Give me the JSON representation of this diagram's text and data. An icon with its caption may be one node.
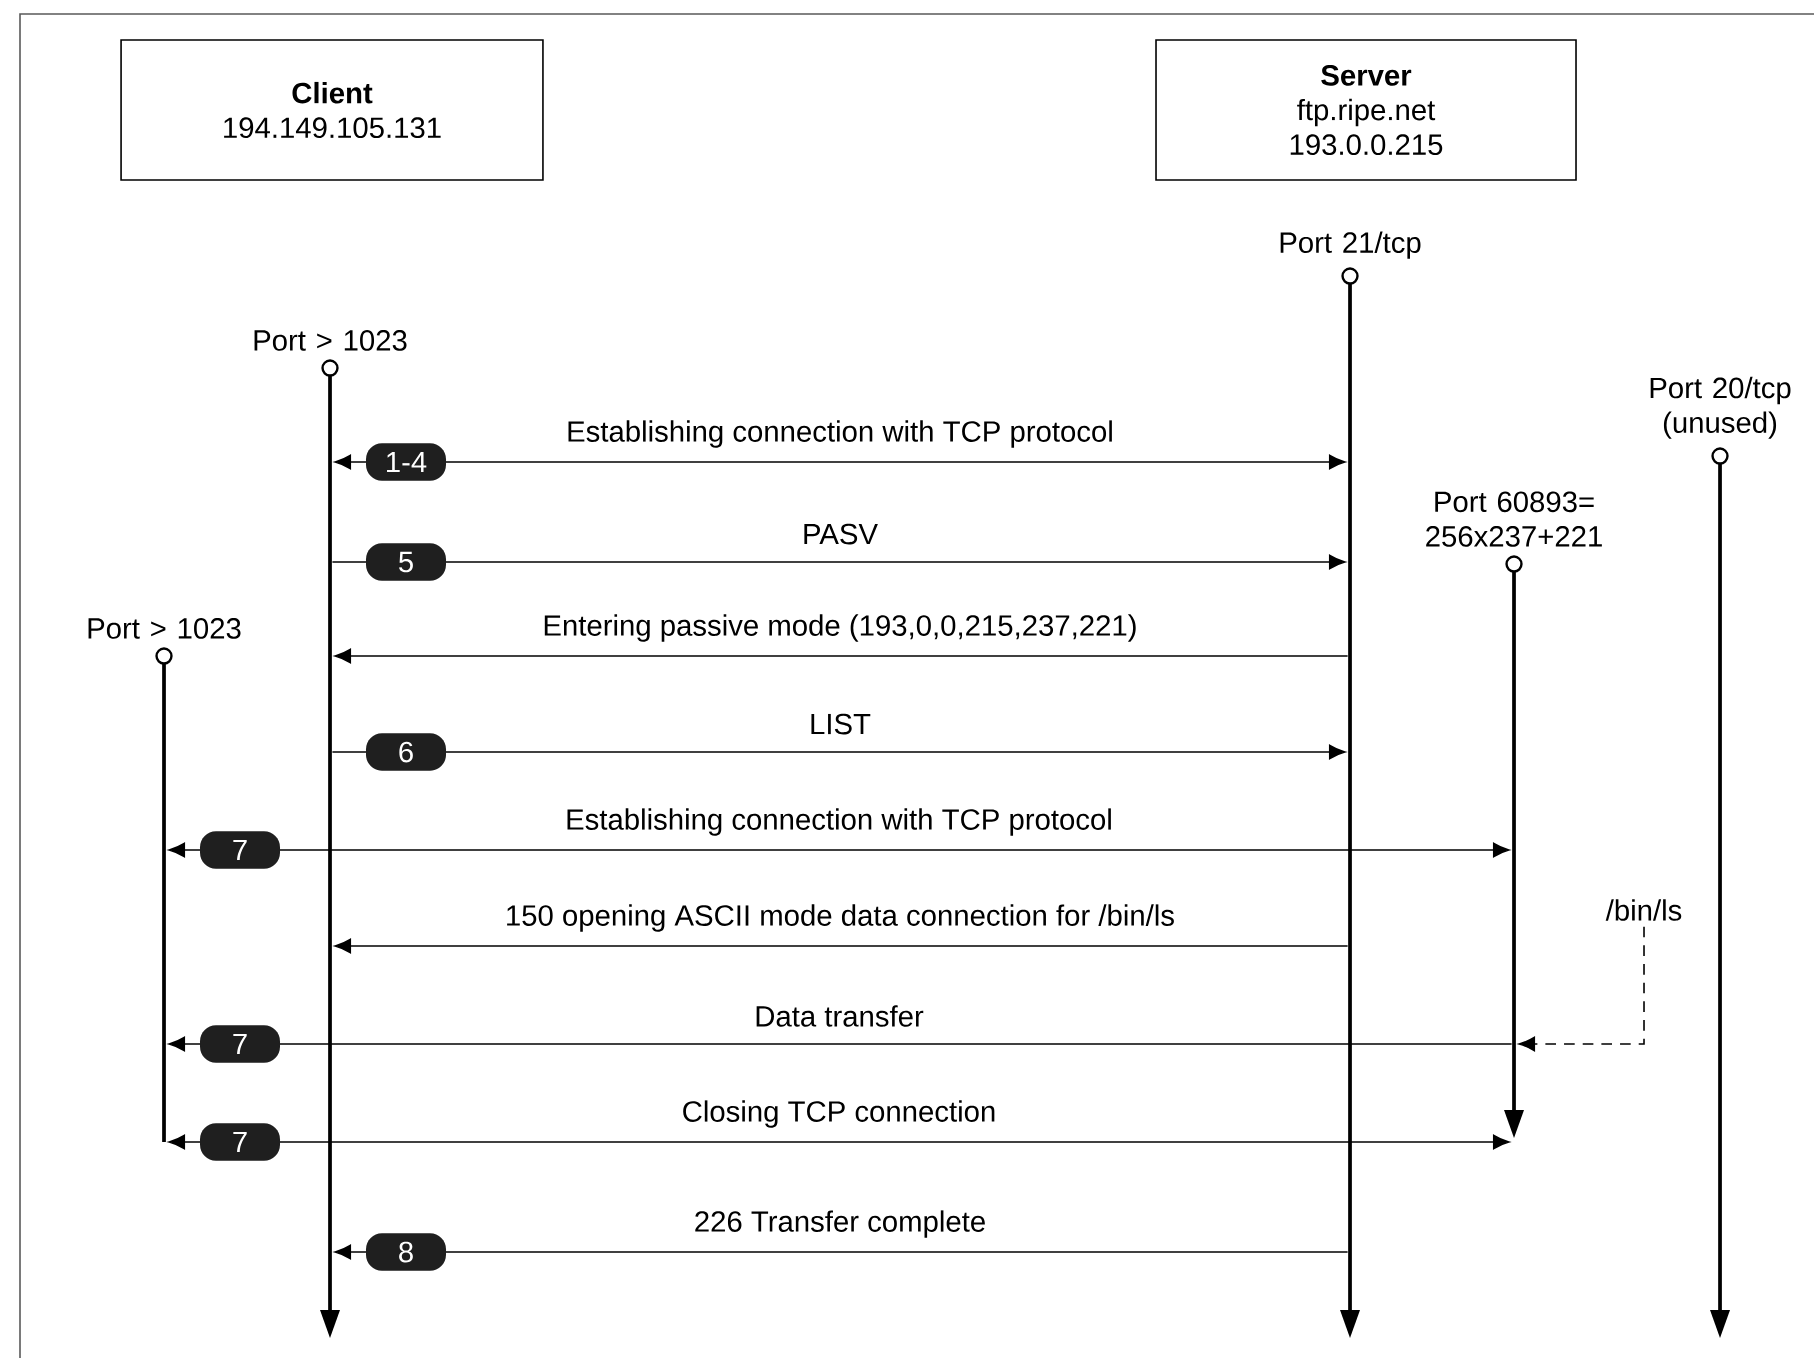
{
  "diagram": {
    "nodes": [
      {
        "text": [
          "Client",
          "194.149.105.131"
        ]
      },
      {
        "text": [
          "Server",
          "ftp.ripe.net 193.0.0.215"
        ]
      },
      {
        "text": [],
        "shape": "bar",
        "beside": [
          "Port > 1023"
        ]
      },
      {
        "text": [],
        "shape": "bar",
        "beside": [
          "Port > 1023"
        ]
      },
      {
        "text": [],
        "shape": "bar",
        "beside": [
          "Port 21/tcp"
        ]
      },
      {
        "text": [],
        "shape": "bar",
        "beside": [
          "Port 60893= 256x237+221"
        ]
      },
      {
        "text": [],
        "shape": "bar",
        "beside": [
          "Port 20/tcp (unused)"
        ]
      },
      {
        "text": [
          "/bin/ls"
        ]
      }
    ],
    "edges": [
      {
        "from": 2,
        "to": 4,
        "arrow": "both",
        "label": "Establishing connection with TCP protocol"
      },
      {
        "from": 2,
        "to": 4,
        "arrow": "to",
        "label": "PASV"
      },
      {
        "from": 4,
        "to": 2,
        "arrow": "to",
        "label": "Entering passive mode (193,0,0,215,237,221)"
      },
      {
        "from": 2,
        "to": 4,
        "arrow": "to",
        "label": "LIST"
      },
      {
        "from": 3,
        "to": 5,
        "arrow": "both",
        "label": "Establishing connection with TCP protocol"
      },
      {
        "from": 4,
        "to": 2,
        "arrow": "to",
        "label": "150 opening ASCII mode data connection for /bin/ls"
      },
      {
        "from": 5,
        "to": 3,
        "arrow": "to",
        "label": "Data transfer"
      },
      {
        "from": 3,
        "to": 5,
        "arrow": "both",
        "label": "Closing TCP connection"
      },
      {
        "from": 4,
        "to": 2,
        "arrow": "to",
        "label": "226 Transfer complete"
      },
      {
        "from": 7,
        "to": 5,
        "arrow": "to",
        "style": "dashed"
      }
    ],
    "labels": [
      "1-4",
      "5",
      "6",
      "7",
      "7",
      "7",
      "8"
    ]
  }
}
